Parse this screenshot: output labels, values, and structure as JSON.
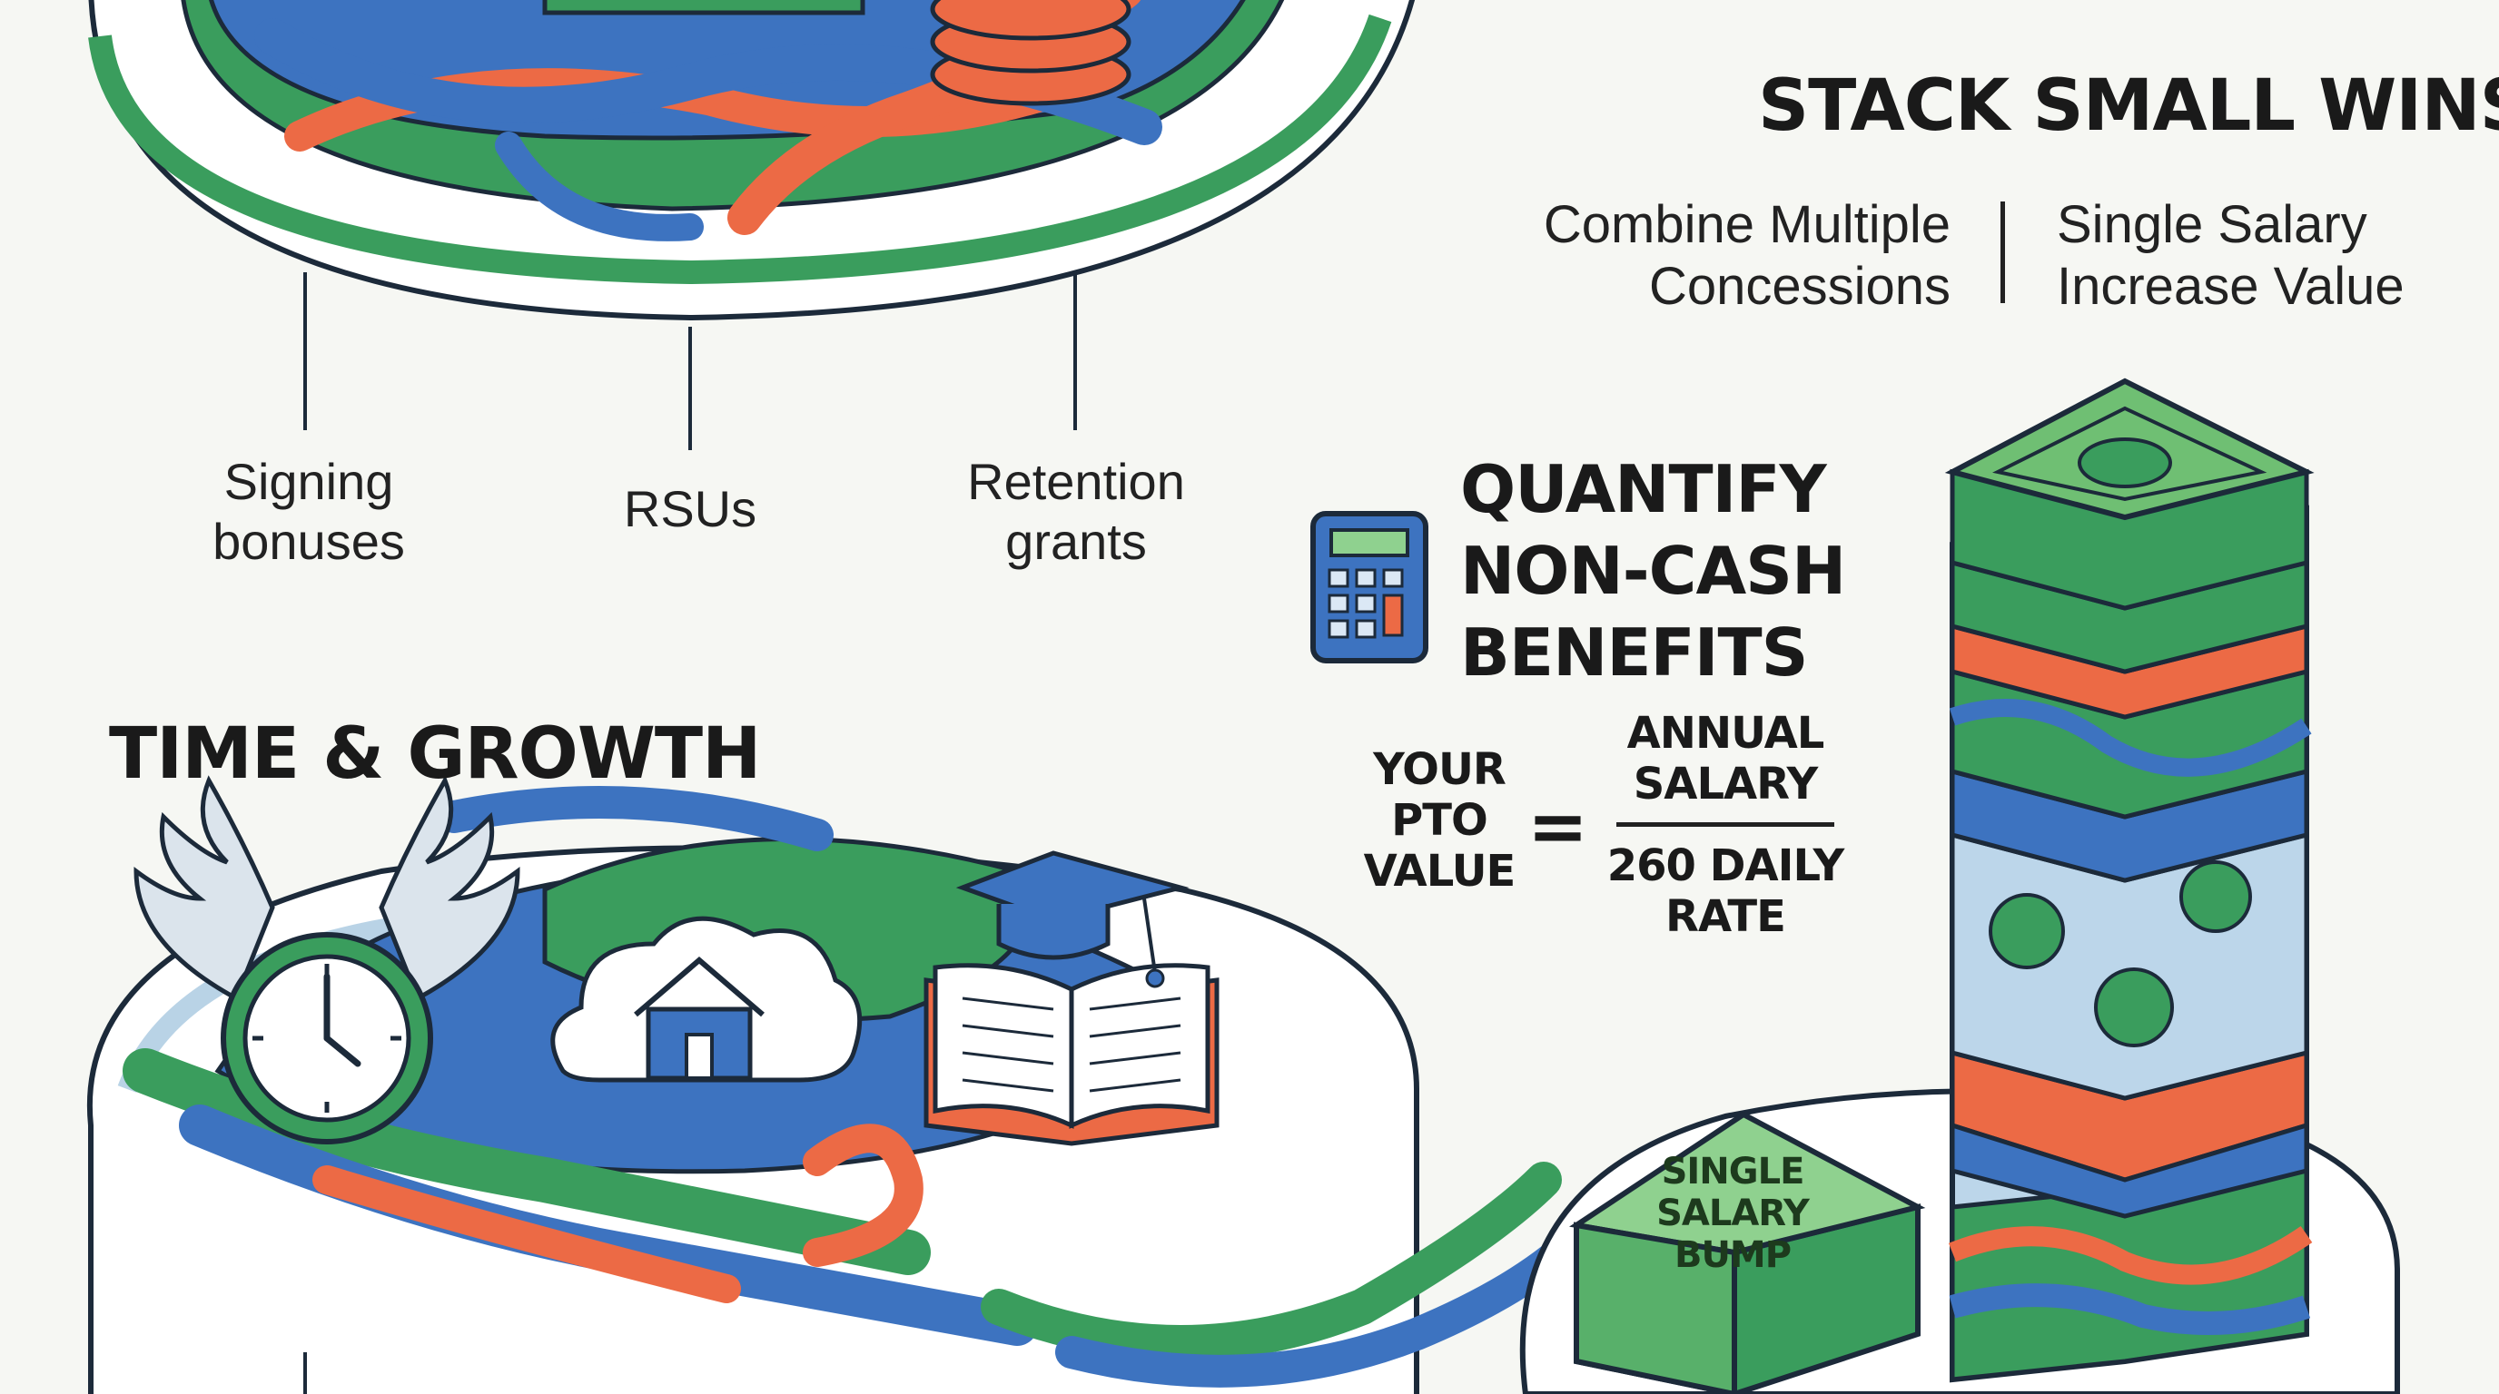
{
  "stack": {
    "heading": "STACK SMALL WINS",
    "combine": "Combine Multiple Concessions",
    "single_value": "Single Salary Increase Value"
  },
  "compensation": {
    "signing": "Signing bonuses",
    "rsus": "RSUs",
    "retention": "Retention grants"
  },
  "quantify": {
    "heading": "QUANTIFY NON-CASH BENEFITS",
    "icon": "calculator-icon"
  },
  "time_growth": {
    "heading": "TIME & GROWTH",
    "icons": [
      "winged-clock-icon",
      "home-cloud-icon",
      "graduation-book-icon"
    ]
  },
  "formula": {
    "left": "YOUR PTO VALUE",
    "equals": "=",
    "numerator": "ANNUAL SALARY",
    "denominator": "260 DAILY RATE"
  },
  "bump": {
    "label": "SINGLE SALARY BUMP"
  },
  "colors": {
    "green": "#3a9d5d",
    "blue": "#3d73c0",
    "orange": "#ec6a45",
    "light_blue": "#b9d3e6",
    "ink": "#1c2a3a"
  }
}
